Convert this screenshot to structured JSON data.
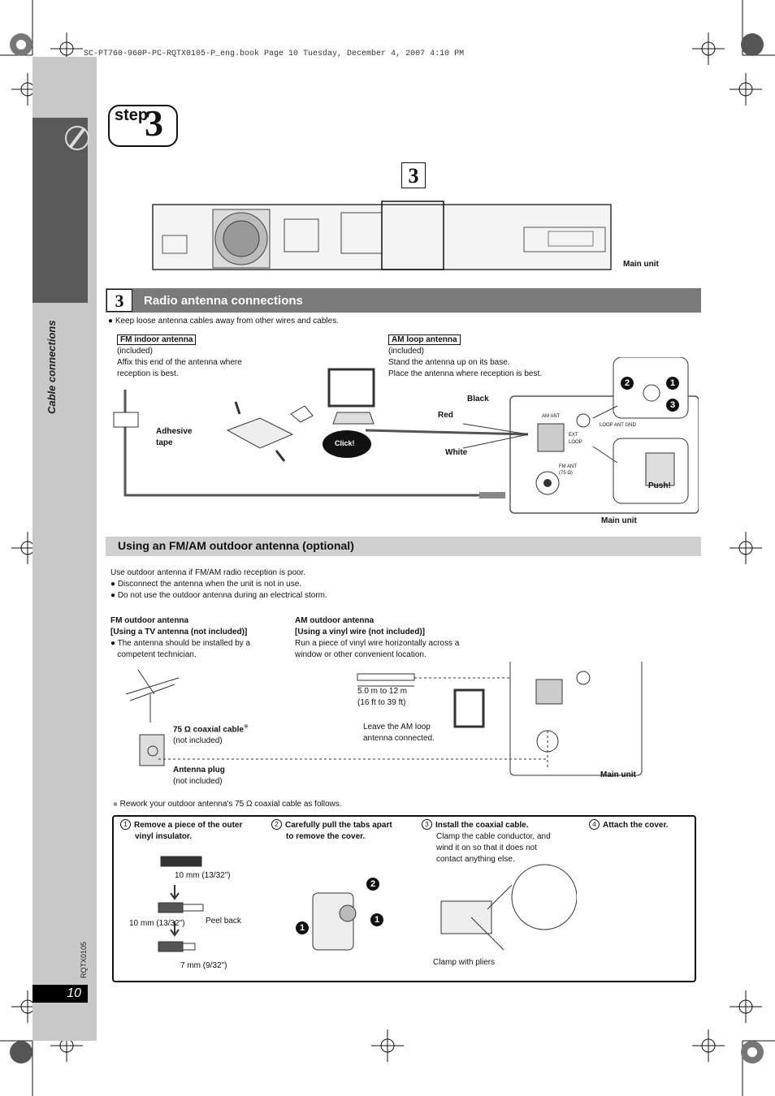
{
  "header": {
    "book_line": "SC-PT760-960P-PC-RQTX0105-P_eng.book  Page 10  Tuesday, December 4, 2007  4:10 PM"
  },
  "sidebar": {
    "section": "Cable connections",
    "page_number": "10",
    "doc_code": "RQTX0105"
  },
  "step": {
    "word": "step",
    "number": "3"
  },
  "rear_panel": {
    "callout": "3",
    "main_unit": "Main unit"
  },
  "section3": {
    "number": "3",
    "title": "Radio antenna connections",
    "note": "Keep loose antenna cables away from other wires and cables.",
    "fm_indoor": {
      "label": "FM indoor antenna",
      "line1": "(included)",
      "line2": "Affix this end of the antenna where",
      "line3": "reception is best."
    },
    "am_loop": {
      "label": "AM loop antenna",
      "line1": "(included)",
      "line2": "Stand the antenna up on its base.",
      "line3": "Place the antenna where reception is best."
    },
    "adhesive_1": "Adhesive",
    "adhesive_2": "tape",
    "click": "Click!",
    "black": "Black",
    "red": "Red",
    "white": "White",
    "push": "Push!",
    "main_unit": "Main unit",
    "terminals": {
      "am_ant": "AM ANT",
      "loop_ant_gnd": "LOOP ANT GND",
      "ext": "EXT",
      "loop": "LOOP",
      "fm_ant": "FM ANT",
      "ohm": "(75 Ω)"
    },
    "markers": [
      "2",
      "1",
      "3"
    ]
  },
  "outdoor": {
    "title": "Using an FM/AM outdoor antenna (optional)",
    "intro": "Use outdoor antenna if FM/AM radio reception is poor.",
    "bullet1": "Disconnect the antenna when the unit is not in use.",
    "bullet2": "Do not use the outdoor antenna during an electrical storm.",
    "fm_title": "FM outdoor antenna",
    "fm_sub": "[Using a TV antenna (not included)]",
    "fm_bullet_1": "The antenna should be installed by a",
    "fm_bullet_2": "competent technician.",
    "coax_label": "75 Ω coaxial cable",
    "coax_note": "(not included)",
    "plug_label": "Antenna plug",
    "plug_note": "(not included)",
    "am_title": "AM outdoor antenna",
    "am_sub": "[Using a vinyl wire (not included)]",
    "am_line1": "Run a piece of vinyl wire horizontally across a",
    "am_line2": "window or other convenient location.",
    "length_1": "5.0 m to 12 m",
    "length_2": "(16 ft to 39 ft)",
    "leave_1": "Leave the AM loop",
    "leave_2": "antenna connected.",
    "main_unit": "Main unit",
    "footnote": "Rework your outdoor antenna's 75 Ω coaxial cable as follows."
  },
  "rework": {
    "s1_num": "1",
    "s1_a": "Remove a piece of the outer",
    "s1_b": "vinyl insulator.",
    "s2_num": "2",
    "s2_a": "Carefully pull the tabs apart",
    "s2_b": "to remove the cover.",
    "s3_num": "3",
    "s3_a": "Install the coaxial cable.",
    "s3_b": "Clamp the cable conductor, and",
    "s3_c": "wind it on so that it does not",
    "s3_d": "contact anything else.",
    "s4_num": "4",
    "s4_a": "Attach the cover.",
    "dim1": "10 mm (13/32\")",
    "dim2": "10 mm (13/32\")",
    "dim3": "7 mm (9/32\")",
    "peel": "Peel back",
    "clamp": "Clamp with pliers",
    "markers": [
      "1",
      "2",
      "1"
    ]
  }
}
